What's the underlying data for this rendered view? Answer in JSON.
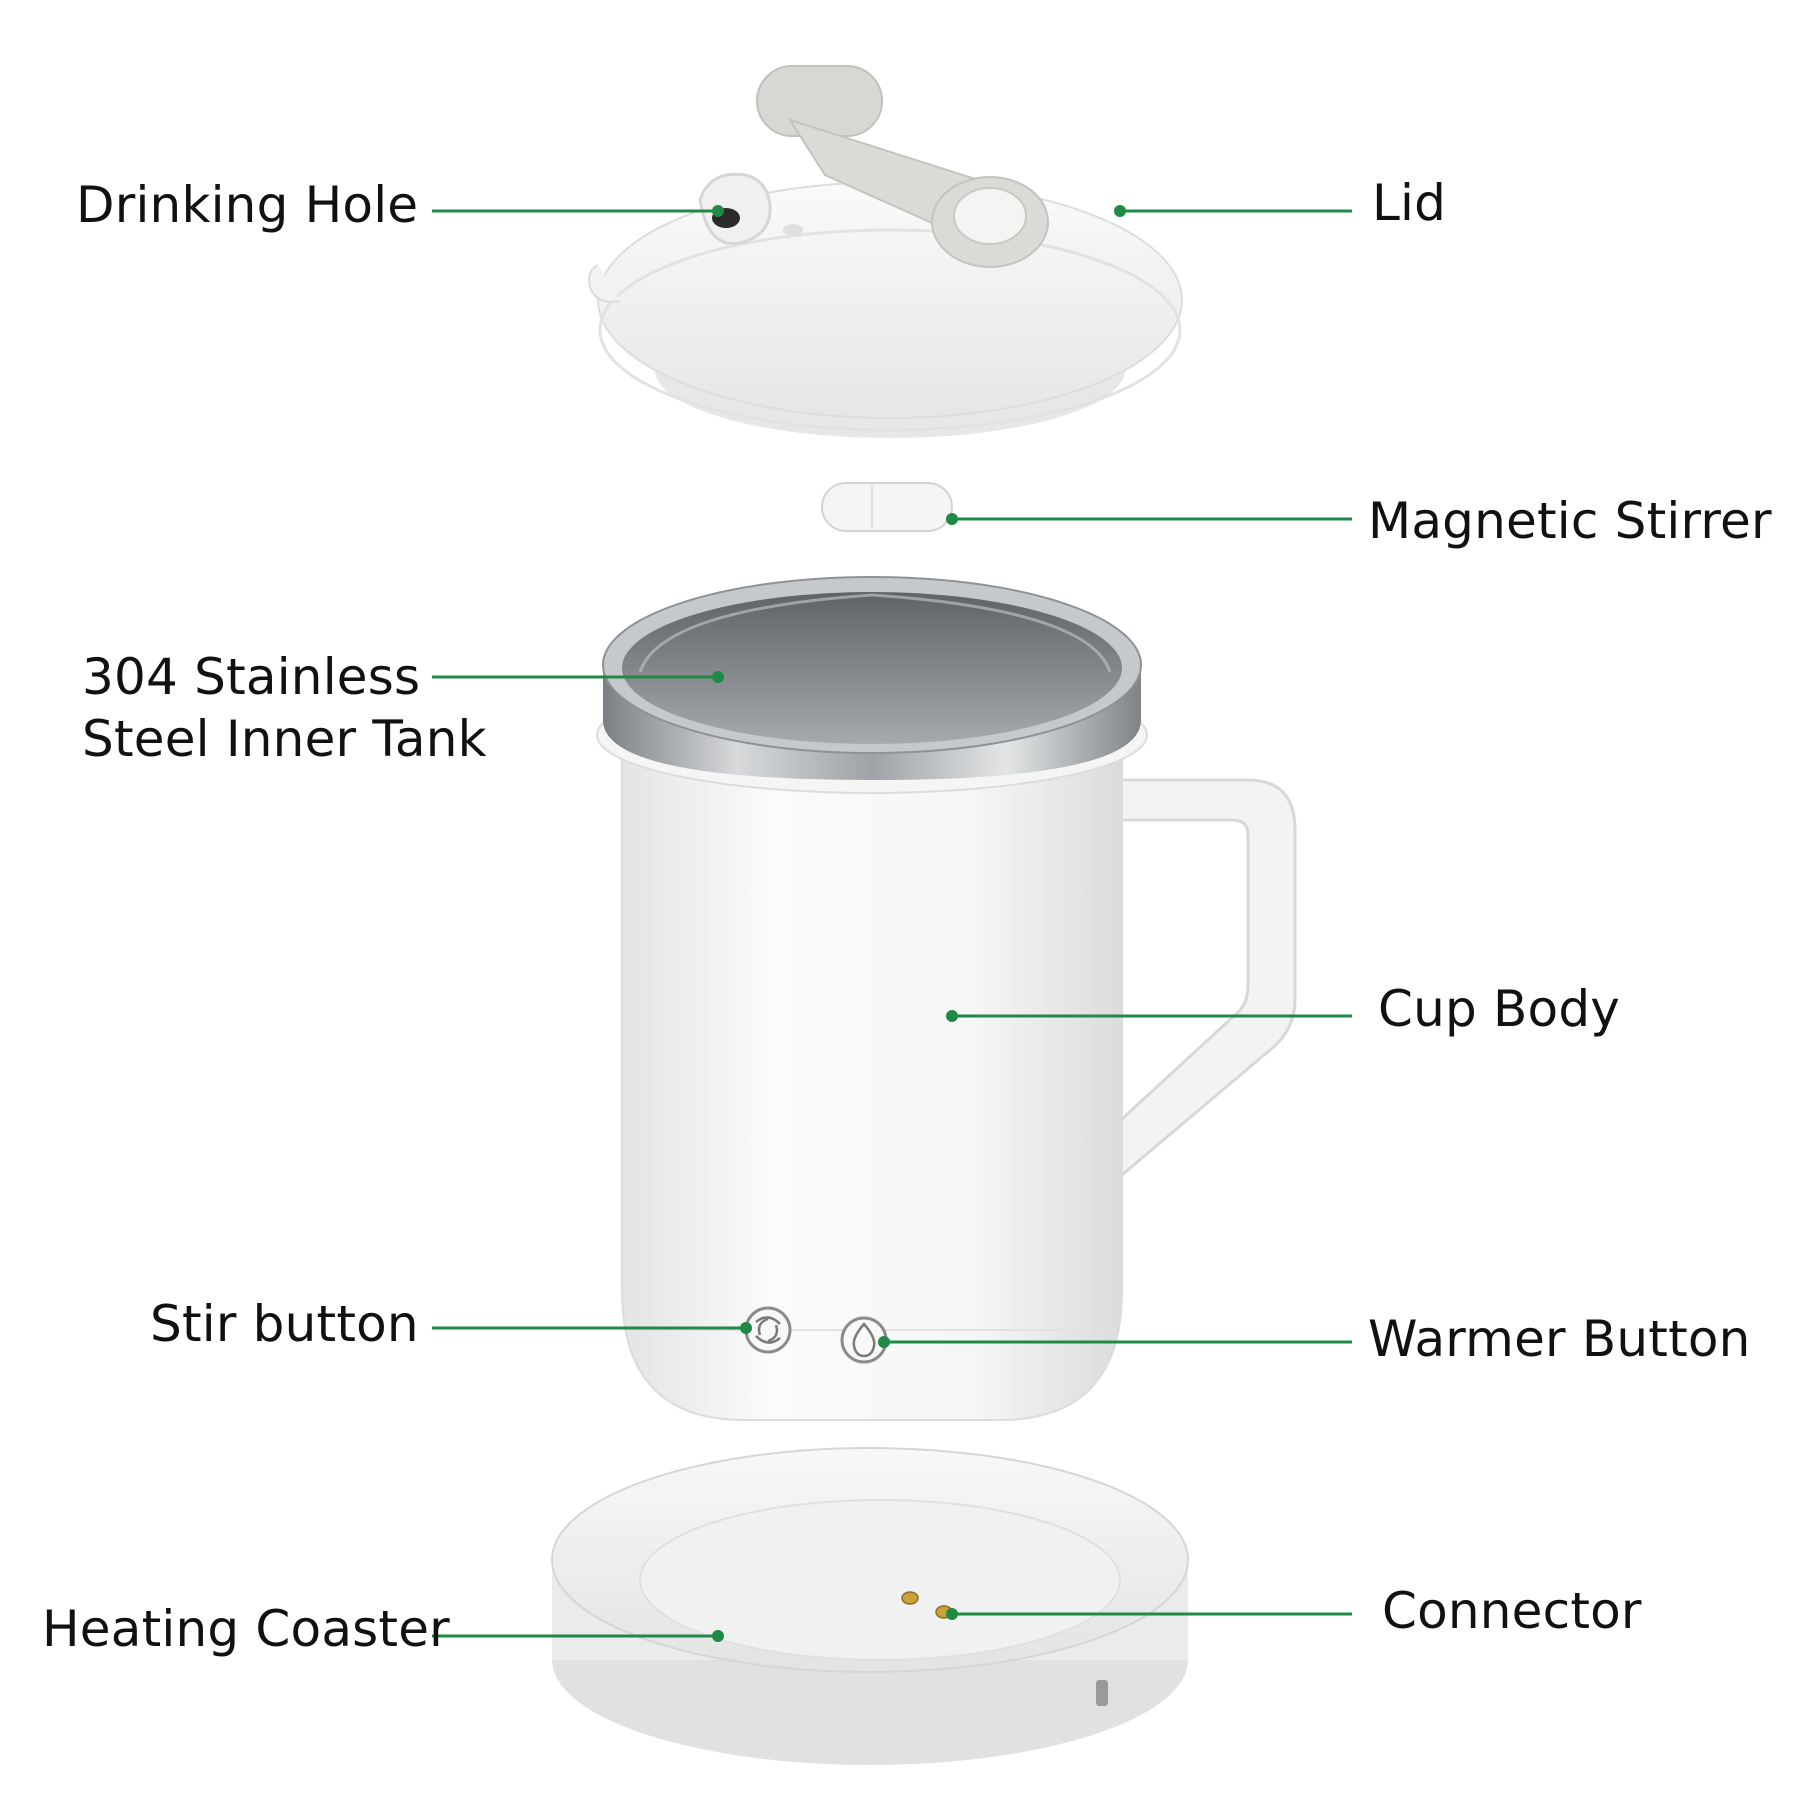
{
  "colors": {
    "leader_line": "#1e8a45",
    "body_white": "#f7f7f7",
    "steel": "#a9adb1",
    "toggle_grey": "#d9dbd7",
    "pin_gold": "#c9a23a"
  },
  "labels": {
    "drinking_hole": "Drinking Hole",
    "lid": "Lid",
    "magnetic_stirrer": "Magnetic Stirrer",
    "inner_tank_line1": "304 Stainless",
    "inner_tank_line2": "Steel Inner Tank",
    "cup_body": "Cup Body",
    "stir_button": "Stir button",
    "warmer_button": "Warmer Button",
    "heating_coaster": "Heating Coaster",
    "connector": "Connector"
  },
  "icons": {
    "stir": "stir-swirl-icon",
    "warmer": "warmer-drop-icon"
  }
}
